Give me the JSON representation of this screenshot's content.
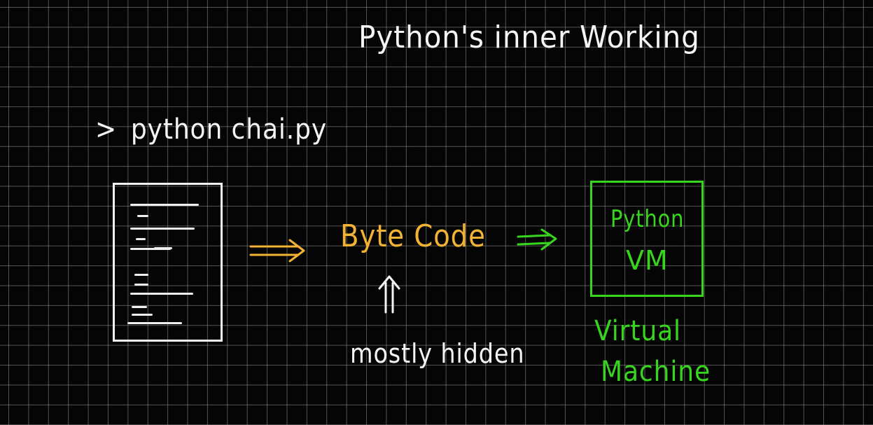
{
  "title": "Python's inner Working",
  "command": {
    "prompt": ">",
    "text": "python chai.py"
  },
  "bytecode_label": "Byte Code",
  "hidden_label": "mostly hidden",
  "vm": {
    "box_line1": "Python",
    "box_line2": "VM",
    "caption_line1": "Virtual",
    "caption_line2": "Machine"
  },
  "colors": {
    "background": "#050505",
    "grid": "#969696",
    "chalk_white": "#f4f4f4",
    "bytecode_yellow": "#f2b233",
    "vm_green": "#38d51f"
  }
}
